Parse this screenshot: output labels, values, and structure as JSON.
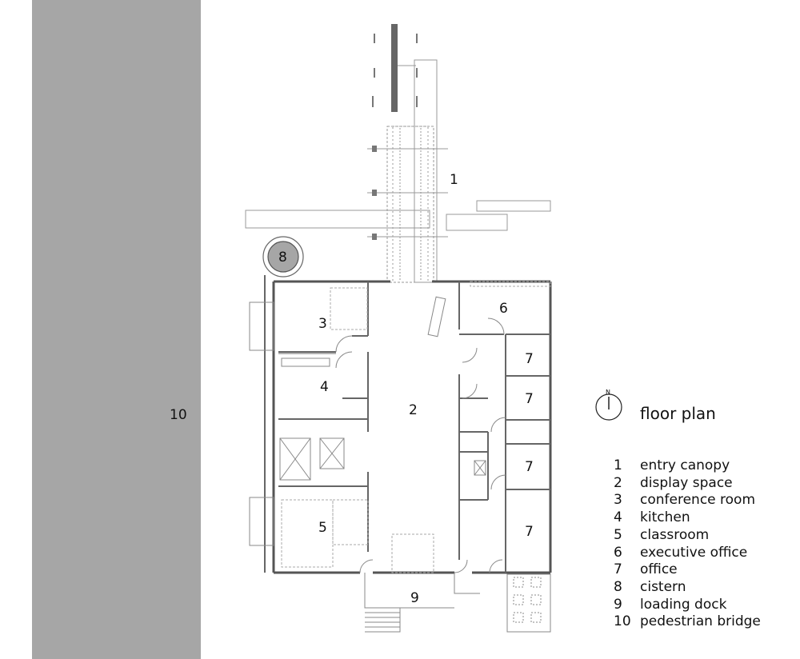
{
  "plan_title": "floor plan",
  "north_label": "N",
  "room_tags": {
    "r1": "1",
    "r2": "2",
    "r3": "3",
    "r4": "4",
    "r5": "5",
    "r6": "6",
    "r7a": "7",
    "r7b": "7",
    "r7c": "7",
    "r7d": "7",
    "r8": "8",
    "r9": "9",
    "r10": "10"
  },
  "legend": [
    {
      "num": "1",
      "name": "entry canopy"
    },
    {
      "num": "2",
      "name": "display space"
    },
    {
      "num": "3",
      "name": "conference room"
    },
    {
      "num": "4",
      "name": "kitchen"
    },
    {
      "num": "5",
      "name": "classroom"
    },
    {
      "num": "6",
      "name": "executive office"
    },
    {
      "num": "7",
      "name": "office"
    },
    {
      "num": "8",
      "name": "cistern"
    },
    {
      "num": "9",
      "name": "loading dock"
    },
    {
      "num": "10",
      "name": "pedestrian bridge"
    }
  ],
  "colors": {
    "bridge": "#a6a6a6",
    "cistern": "#a6a6a6",
    "wall": "#555555",
    "line": "#999999"
  }
}
